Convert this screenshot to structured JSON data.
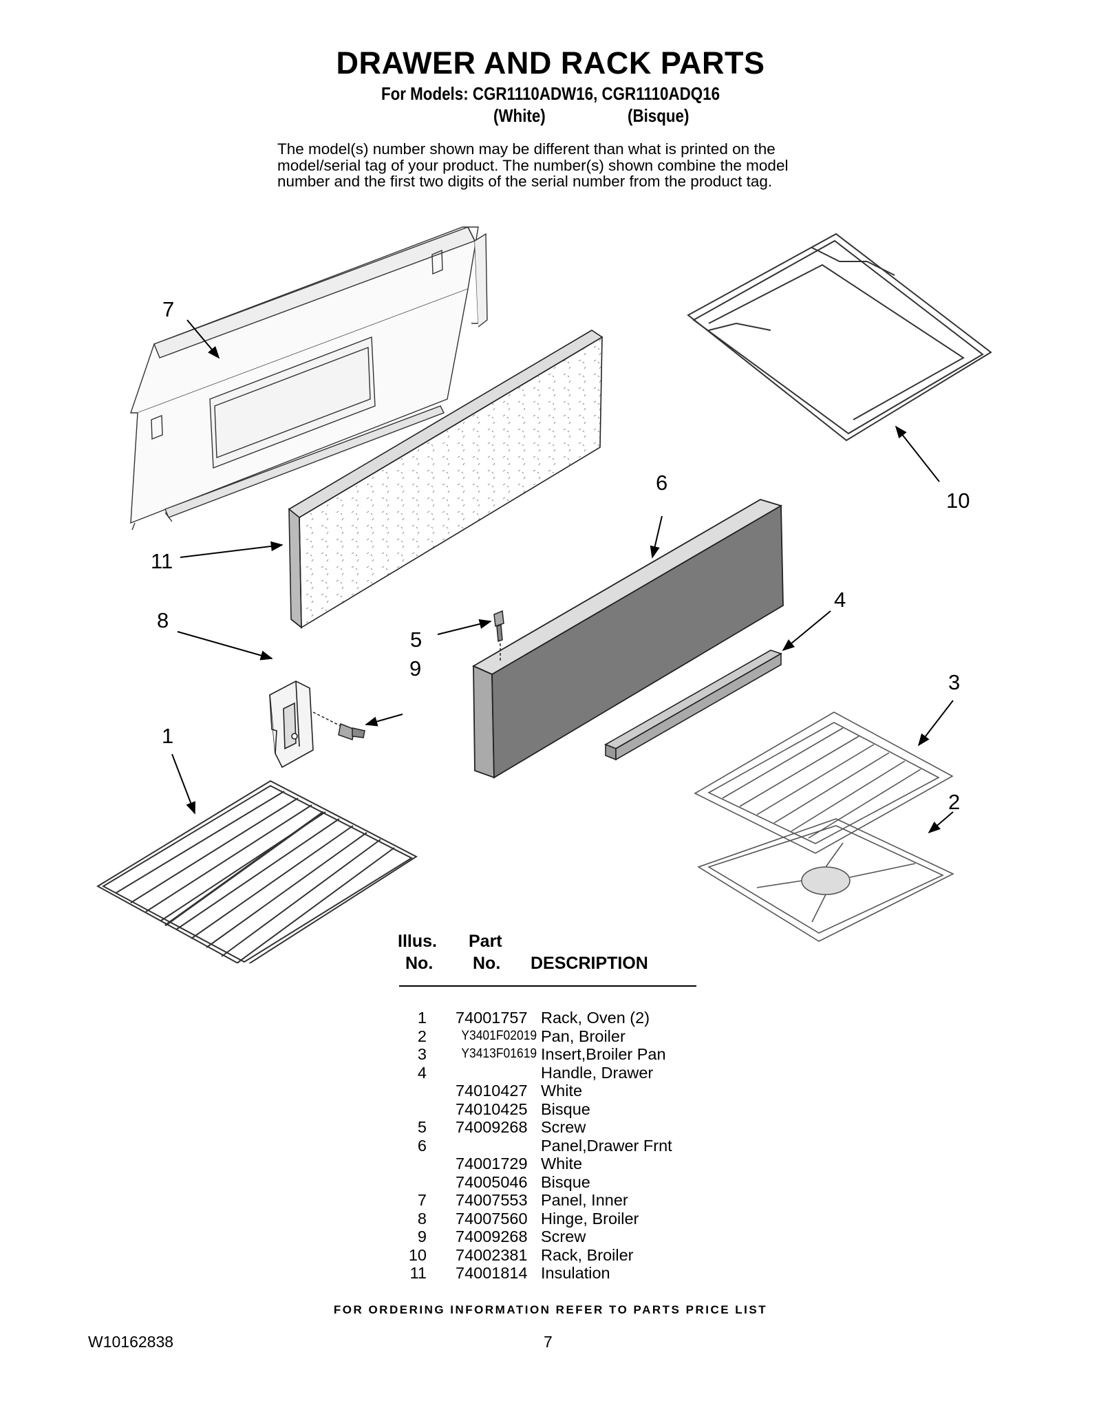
{
  "title": "DRAWER AND RACK PARTS",
  "models_line": "For Models: CGR1110ADW16, CGR1110ADQ16",
  "color_white": "(White)",
  "color_bisque": "(Bisque)",
  "note_lines": [
    "The model(s) number shown may be different than what is printed on the",
    "model/serial tag of your product. The number(s) shown combine the model",
    "number and the first two digits of the serial number from the product tag."
  ],
  "callouts": {
    "c1": "1",
    "c2": "2",
    "c3": "3",
    "c4": "4",
    "c5": "5",
    "c6": "6",
    "c7": "7",
    "c8": "8",
    "c9": "9",
    "c10": "10",
    "c11": "11"
  },
  "table_header": {
    "illus_line1": "Illus.",
    "illus_line2": "No.",
    "part_line1": "Part",
    "part_line2": "No.",
    "description": "DESCRIPTION"
  },
  "parts": [
    {
      "illus": "1",
      "part": "74001757",
      "desc": "Rack, Oven (2)"
    },
    {
      "illus": "2",
      "part": "Y3401F02019",
      "desc": "Pan, Broiler"
    },
    {
      "illus": "3",
      "part": "Y3413F01619",
      "desc": "Insert,Broiler Pan"
    },
    {
      "illus": "4",
      "part": "",
      "desc": "Handle, Drawer"
    },
    {
      "illus": "",
      "part": "74010427",
      "desc": "White"
    },
    {
      "illus": "",
      "part": "74010425",
      "desc": "Bisque"
    },
    {
      "illus": "5",
      "part": "74009268",
      "desc": "Screw"
    },
    {
      "illus": "6",
      "part": "",
      "desc": "Panel,Drawer Frnt"
    },
    {
      "illus": "",
      "part": "74001729",
      "desc": "White"
    },
    {
      "illus": "",
      "part": "74005046",
      "desc": "Bisque"
    },
    {
      "illus": "7",
      "part": "74007553",
      "desc": "Panel, Inner"
    },
    {
      "illus": "8",
      "part": "74007560",
      "desc": "Hinge, Broiler"
    },
    {
      "illus": "9",
      "part": "74009268",
      "desc": "Screw"
    },
    {
      "illus": "10",
      "part": "74002381",
      "desc": "Rack, Broiler"
    },
    {
      "illus": "11",
      "part": "74001814",
      "desc": "Insulation"
    }
  ],
  "footer": "FOR ORDERING INFORMATION REFER TO PARTS PRICE LIST",
  "doc_number": "W10162838",
  "page_number": "7"
}
